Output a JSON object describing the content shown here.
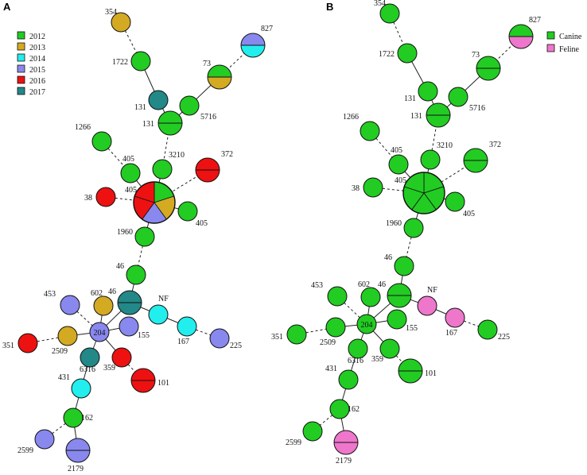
{
  "panels": [
    "A",
    "B"
  ],
  "colors": {
    "2012": "#22cc22",
    "2013": "#d4aa22",
    "2014": "#22eeee",
    "2015": "#8888ee",
    "2016": "#ee1111",
    "2017": "#228888",
    "canine": "#22cc22",
    "feline": "#ee77cc",
    "nf_label": "#dd66cc"
  },
  "legend_a": [
    {
      "label": "2012",
      "color": "#22cc22"
    },
    {
      "label": "2013",
      "color": "#d4aa22"
    },
    {
      "label": "2014",
      "color": "#22eeee"
    },
    {
      "label": "2015",
      "color": "#8888ee"
    },
    {
      "label": "2016",
      "color": "#ee1111"
    },
    {
      "label": "2017",
      "color": "#228888"
    }
  ],
  "legend_b": [
    {
      "label": "Canine",
      "color": "#22cc22"
    },
    {
      "label": "Feline",
      "color": "#ee77cc"
    }
  ],
  "node_labels": {
    "n354": "354",
    "n1722": "1722",
    "n131a": "131",
    "n131b": "131",
    "n5716": "5716",
    "n73": "73",
    "n827": "827",
    "n1266": "1266",
    "n405a": "405",
    "n3210": "3210",
    "n372": "372",
    "n38": "38",
    "n405c": "405",
    "n405d": "405",
    "n1960": "1960",
    "n46a": "46",
    "n46b": "46",
    "n602": "602",
    "n453": "453",
    "nNF": "NF",
    "n155": "155",
    "n167": "167",
    "n225": "225",
    "n204": "204",
    "n351": "351",
    "n2509": "2509",
    "n359": "359",
    "n6316": "6316",
    "n101": "101",
    "n431": "431",
    "n162": "162",
    "n2599": "2599",
    "n2179": "2179"
  }
}
